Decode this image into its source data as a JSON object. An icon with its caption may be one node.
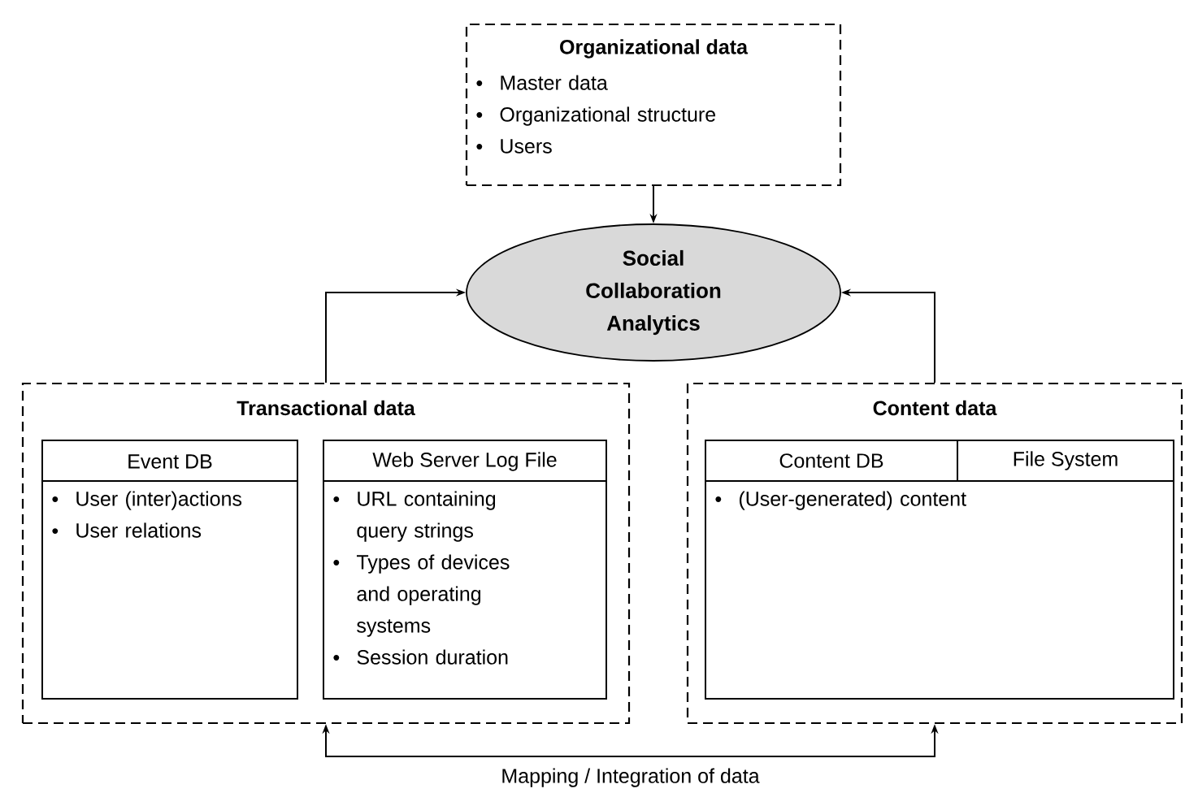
{
  "diagram": {
    "nodes": [
      {
        "text": [
          "Organizational data",
          "Master data",
          "Organizational structure",
          "Users"
        ]
      },
      {
        "text": [
          "Social Collaboration Analytics"
        ]
      },
      {
        "text": [
          "Transactional data"
        ]
      },
      {
        "text": [
          "Event DB",
          "User (inter)actions",
          "User relations"
        ],
        "in": 2
      },
      {
        "text": [
          "Web Server Log File",
          "URL containing query strings",
          "Types of devices and operating systems",
          "Session duration"
        ],
        "in": 2
      },
      {
        "text": [
          "Content data"
        ]
      },
      {
        "text": [
          "(User-generated) content"
        ],
        "in": 5
      },
      {
        "text": [
          "Content DB"
        ],
        "in": 6
      },
      {
        "text": [
          "File System"
        ],
        "in": 6
      }
    ],
    "edges": [
      {
        "from": 0,
        "to": 1,
        "arrow": "to"
      },
      {
        "from": 2,
        "to": 1,
        "arrow": "to"
      },
      {
        "from": 5,
        "to": 1,
        "arrow": "to"
      },
      {
        "from": 2,
        "to": 5,
        "arrow": "both",
        "label": "Mapping / Integration of data"
      }
    ]
  }
}
